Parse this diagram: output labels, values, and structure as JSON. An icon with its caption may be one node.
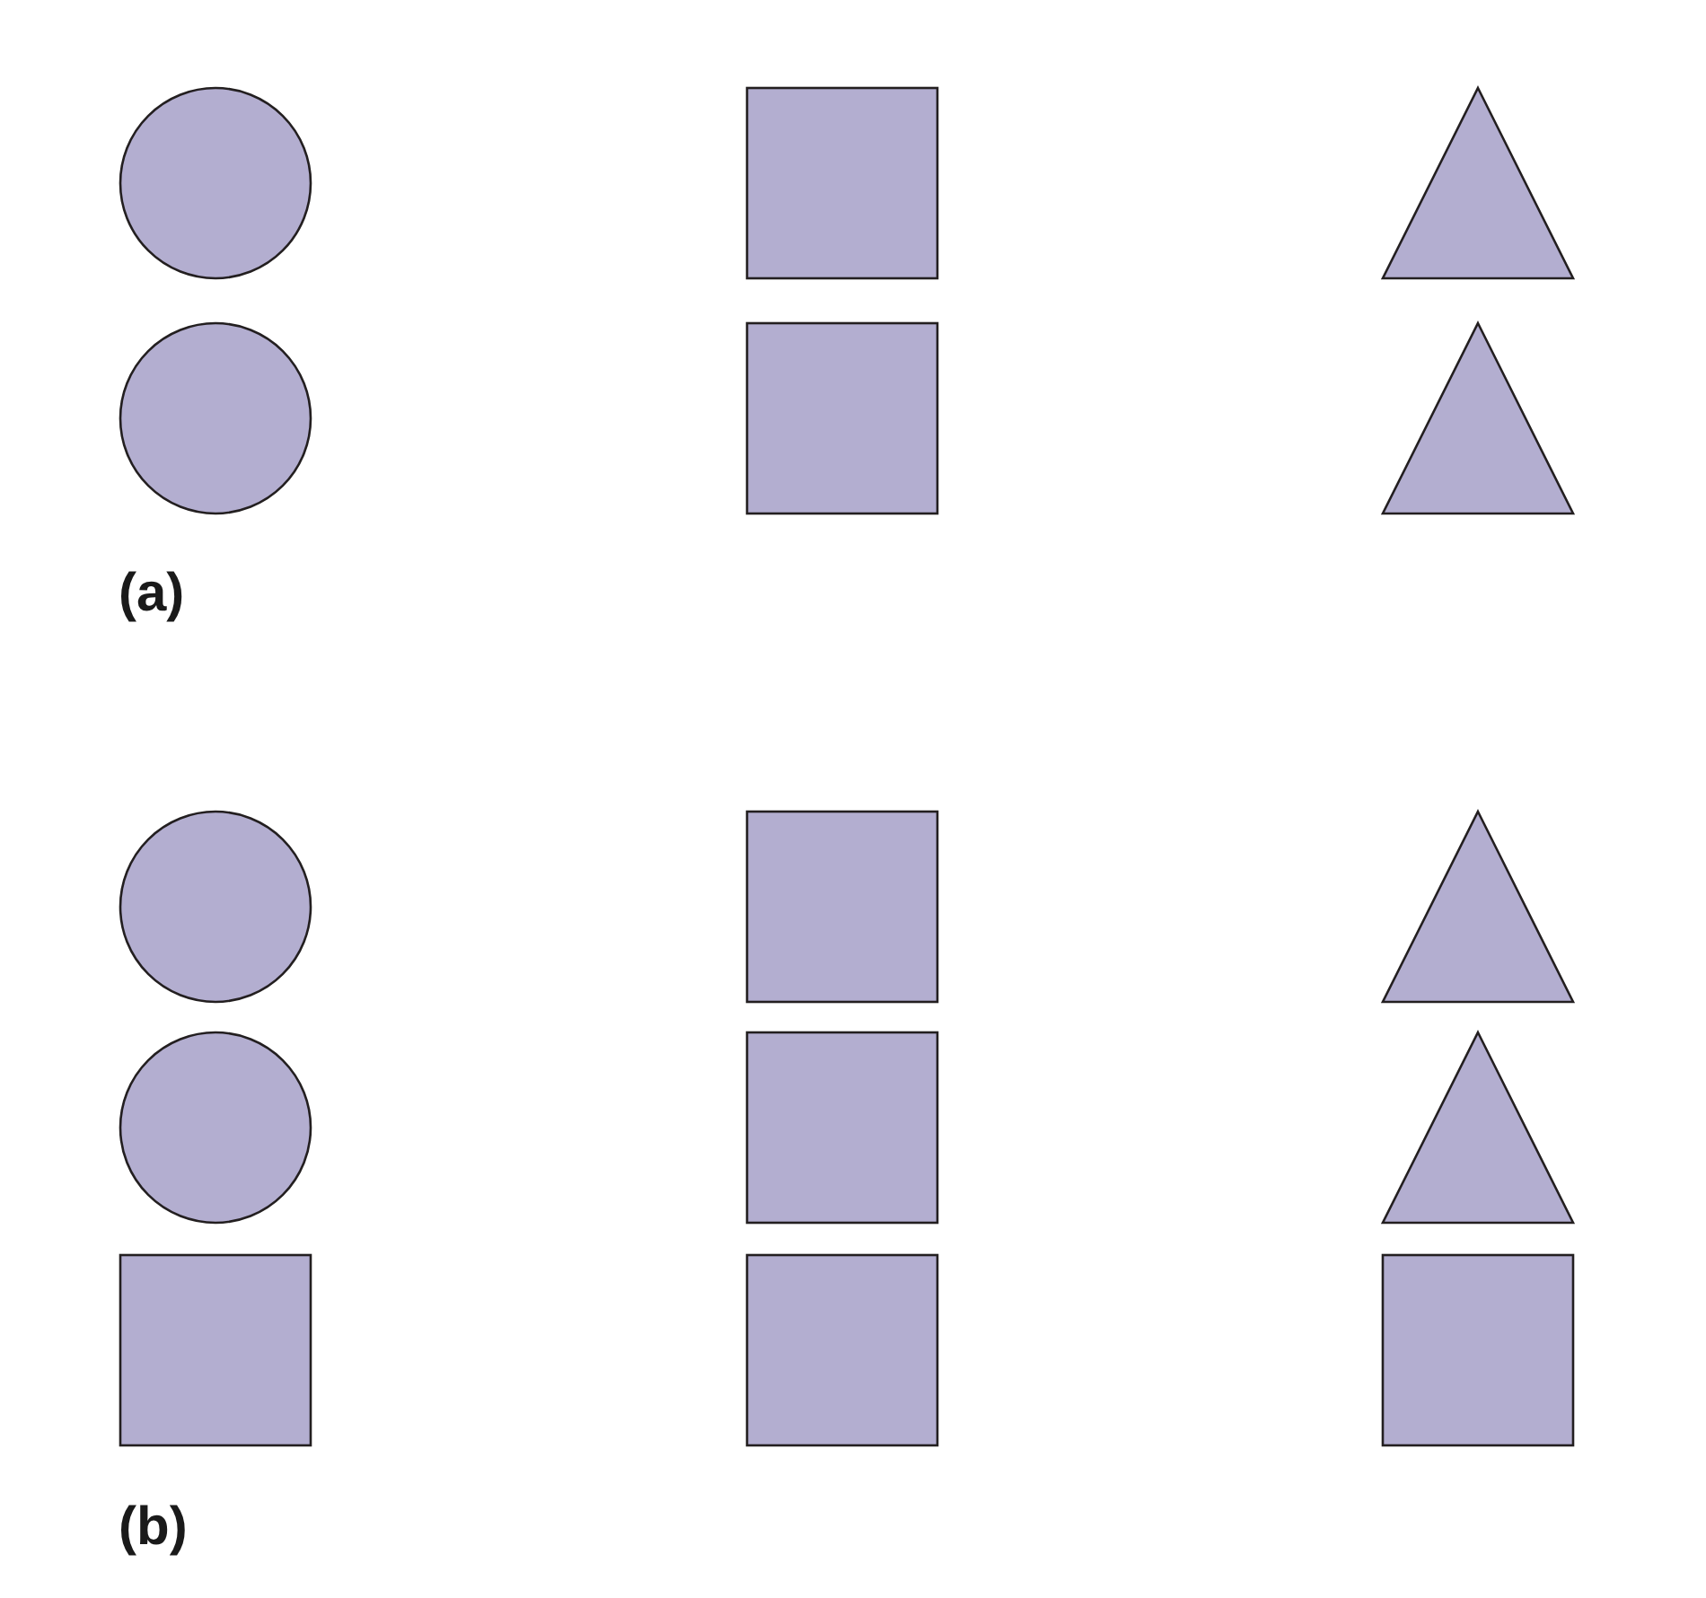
{
  "diagram": {
    "nodes": [
      {
        "text": [],
        "shape": "circle"
      },
      {
        "text": [],
        "shape": "box"
      },
      {
        "text": [],
        "shape": "triangle"
      },
      {
        "text": [],
        "shape": "circle"
      },
      {
        "text": [],
        "shape": "box"
      },
      {
        "text": [],
        "shape": "triangle"
      },
      {
        "text": [],
        "shape": "circle"
      },
      {
        "text": [],
        "shape": "box"
      },
      {
        "text": [],
        "shape": "triangle"
      },
      {
        "text": [],
        "shape": "circle"
      },
      {
        "text": [],
        "shape": "box"
      },
      {
        "text": [],
        "shape": "triangle"
      },
      {
        "text": [],
        "shape": "box"
      },
      {
        "text": [],
        "shape": "box"
      },
      {
        "text": [],
        "shape": "box"
      }
    ],
    "edges": [],
    "labels": [
      "(a)",
      "(b)"
    ]
  }
}
